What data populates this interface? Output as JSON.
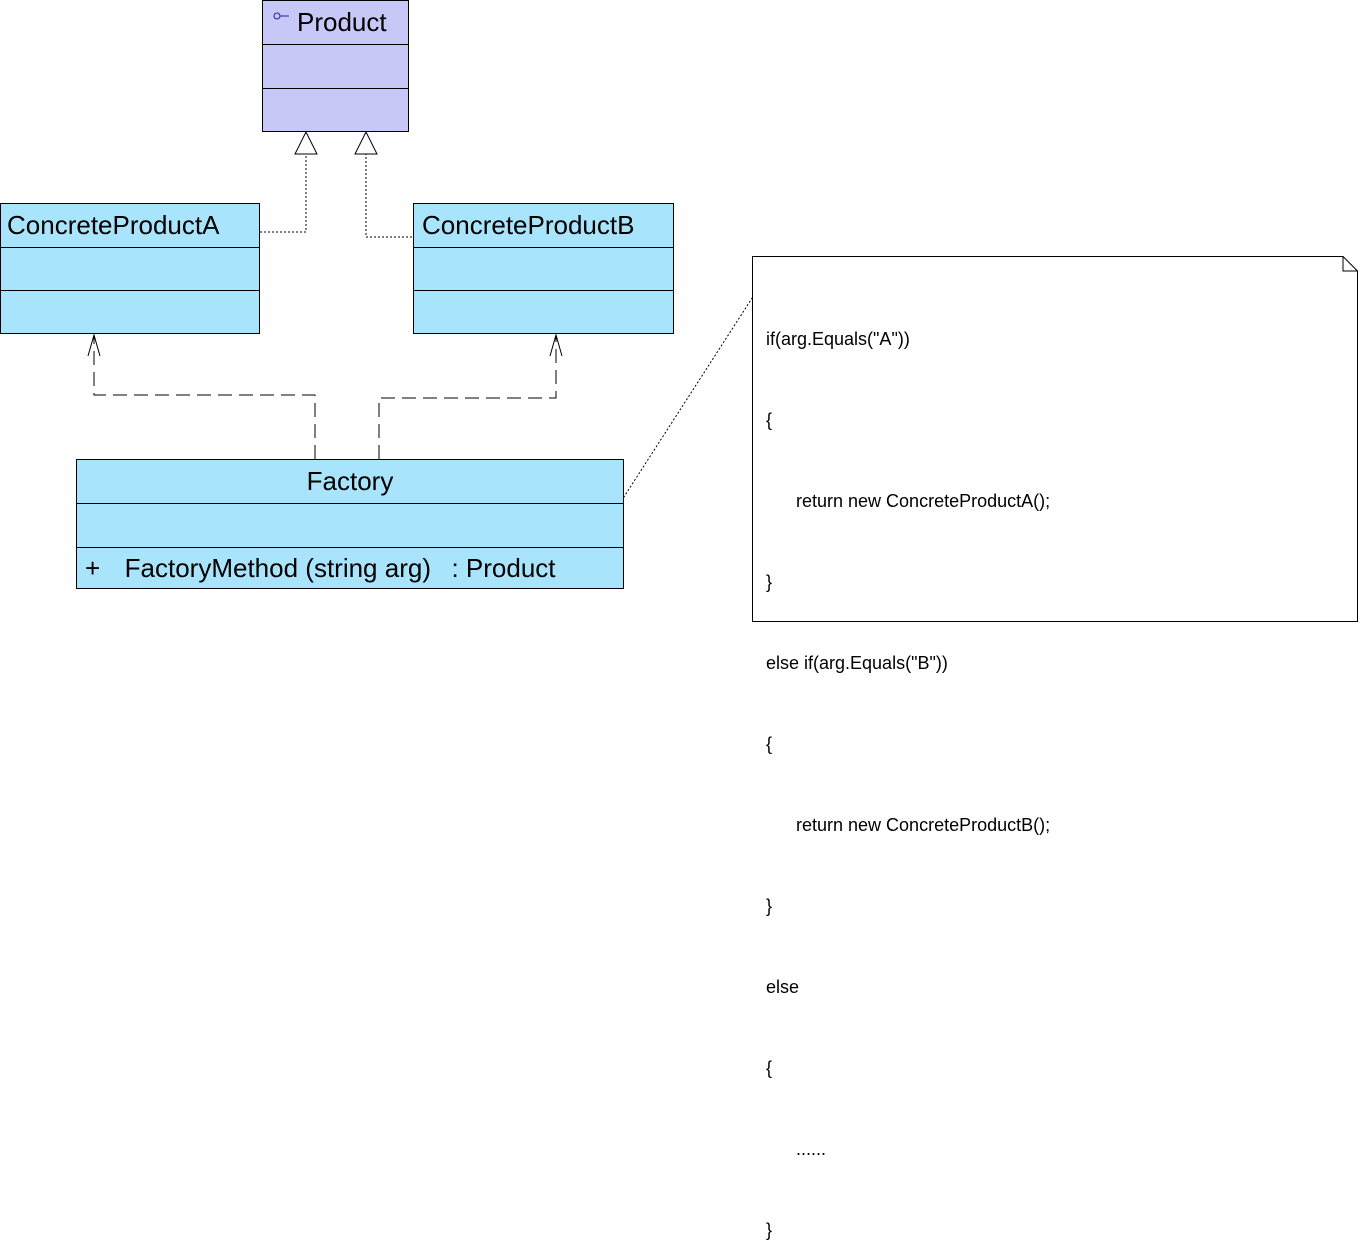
{
  "classes": {
    "product": {
      "name": "Product"
    },
    "concrete_a": {
      "name": "ConcreteProductA"
    },
    "concrete_b": {
      "name": "ConcreteProductB"
    },
    "factory": {
      "name": "Factory",
      "operation": {
        "visibility": "+",
        "signature": "FactoryMethod (string arg)",
        "return_type": ": Product"
      }
    }
  },
  "note": {
    "lines": [
      "if(arg.Equals(\"A\"))",
      "{",
      "      return new ConcreteProductA();",
      "}",
      "else if(arg.Equals(\"B\"))",
      "{",
      "      return new ConcreteProductB();",
      "}",
      "else",
      "{",
      "      ......",
      "}"
    ]
  },
  "colors": {
    "interface_fill": "#c8c8f8",
    "class_fill": "#a8e4fc",
    "stroke": "#000000"
  }
}
